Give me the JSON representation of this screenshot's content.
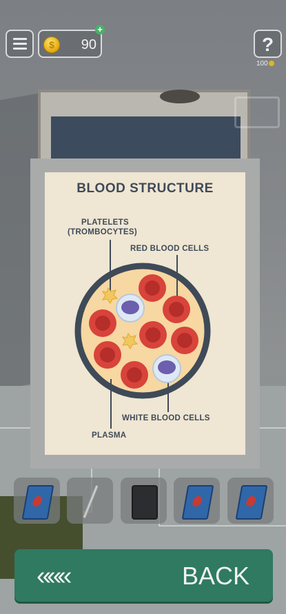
{
  "hud": {
    "coins": "90",
    "plus_icon": "+",
    "hint_label": "?",
    "hint_cost": "100"
  },
  "poster": {
    "title": "BLOOD STRUCTURE",
    "labels": {
      "platelets_line1": "PLATELETS",
      "platelets_line2": "(TROMBOCYTES)",
      "red_cells": "RED BLOOD CELLS",
      "white_cells": "WHITE BLOOD CELLS",
      "plasma": "PLASMA"
    }
  },
  "inventory": {
    "items": [
      {
        "icon": "blue-card-icon"
      },
      {
        "icon": "pen-icon"
      },
      {
        "icon": "black-card-icon"
      },
      {
        "icon": "blue-card-icon"
      },
      {
        "icon": "blue-card-icon"
      }
    ]
  },
  "back_button": {
    "arrows": "«««",
    "label": "BACK"
  },
  "colors": {
    "accent_green": "#2f7a61",
    "poster_ink": "#3f4a58",
    "red_cell": "#d8433b",
    "plasma": "#f7d7a2"
  }
}
